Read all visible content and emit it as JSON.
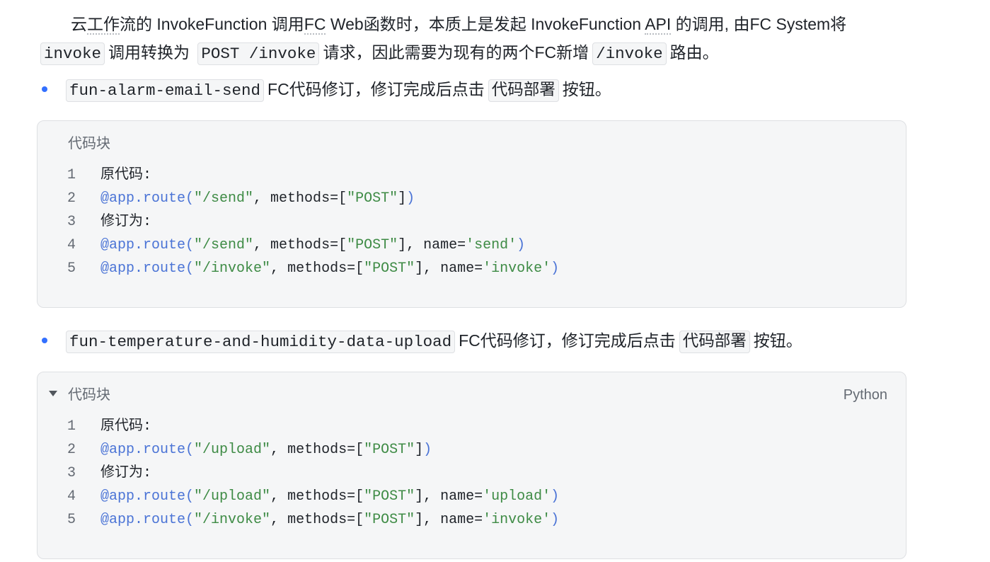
{
  "intro": {
    "line1": {
      "p0": "云",
      "term0": "工作",
      "p1": "流的 InvokeFunction 调用",
      "term1": "FC",
      "p2": " Web函数时，本质上是发起 InvokeFunction ",
      "term2": "API",
      "p3": " 的调用, 由FC System将"
    },
    "line2": {
      "code0": "invoke",
      "p0": "调用转换为 ",
      "code1": "POST /invoke",
      "p1": "请求，因此需要为现有的两个FC新增",
      "code2": "/invoke",
      "p2": "路由。"
    }
  },
  "bullets": [
    {
      "func_name": "fun-alarm-email-send",
      "text": "FC代码修订，修订完成后点击",
      "button_name": "代码部署",
      "suffix": "按钮。"
    },
    {
      "func_name": "fun-temperature-and-humidity-data-upload",
      "text": "FC代码修订，修订完成后点击",
      "button_name": "代码部署",
      "suffix": "按钮。"
    }
  ],
  "code_blocks": [
    {
      "title": "代码块",
      "lines": [
        {
          "n": "1",
          "t": [
            "原代码:"
          ]
        },
        {
          "n": "2",
          "t": [
            "@app.route(",
            "\"/send\"",
            ", methods=[",
            "\"POST\"",
            "]",
            ")"
          ]
        },
        {
          "n": "3",
          "t": [
            "修订为:"
          ]
        },
        {
          "n": "4",
          "t": [
            "@app.route(",
            "\"/send\"",
            ", methods=[",
            "\"POST\"",
            "], name=",
            "'send'",
            ")"
          ]
        },
        {
          "n": "5",
          "t": [
            "@app.route(",
            "\"/invoke\"",
            ", methods=[",
            "\"POST\"",
            "], name=",
            "'invoke'",
            ")"
          ]
        }
      ]
    },
    {
      "title": "代码块",
      "language": "Python",
      "lines": [
        {
          "n": "1",
          "t": [
            "原代码:"
          ]
        },
        {
          "n": "2",
          "t": [
            "@app.route(",
            "\"/upload\"",
            ", methods=[",
            "\"POST\"",
            "]",
            ")"
          ]
        },
        {
          "n": "3",
          "t": [
            "修订为:"
          ]
        },
        {
          "n": "4",
          "t": [
            "@app.route(",
            "\"/upload\"",
            ", methods=[",
            "\"POST\"",
            "], name=",
            "'upload'",
            ")"
          ]
        },
        {
          "n": "5",
          "t": [
            "@app.route(",
            "\"/invoke\"",
            ", methods=[",
            "\"POST\"",
            "], name=",
            "'invoke'",
            ")"
          ]
        }
      ]
    }
  ],
  "icons": {
    "bullet": "bullet-dot-icon",
    "code_block_toggle": "caret-down-icon"
  },
  "colors": {
    "text": "#1f2329",
    "muted": "#646a73",
    "bullet": "#3370ff",
    "code_background": "#f5f6f7",
    "code_border": "#dee0e3",
    "decorator": "#4b74d6",
    "string": "#3e8b45"
  }
}
